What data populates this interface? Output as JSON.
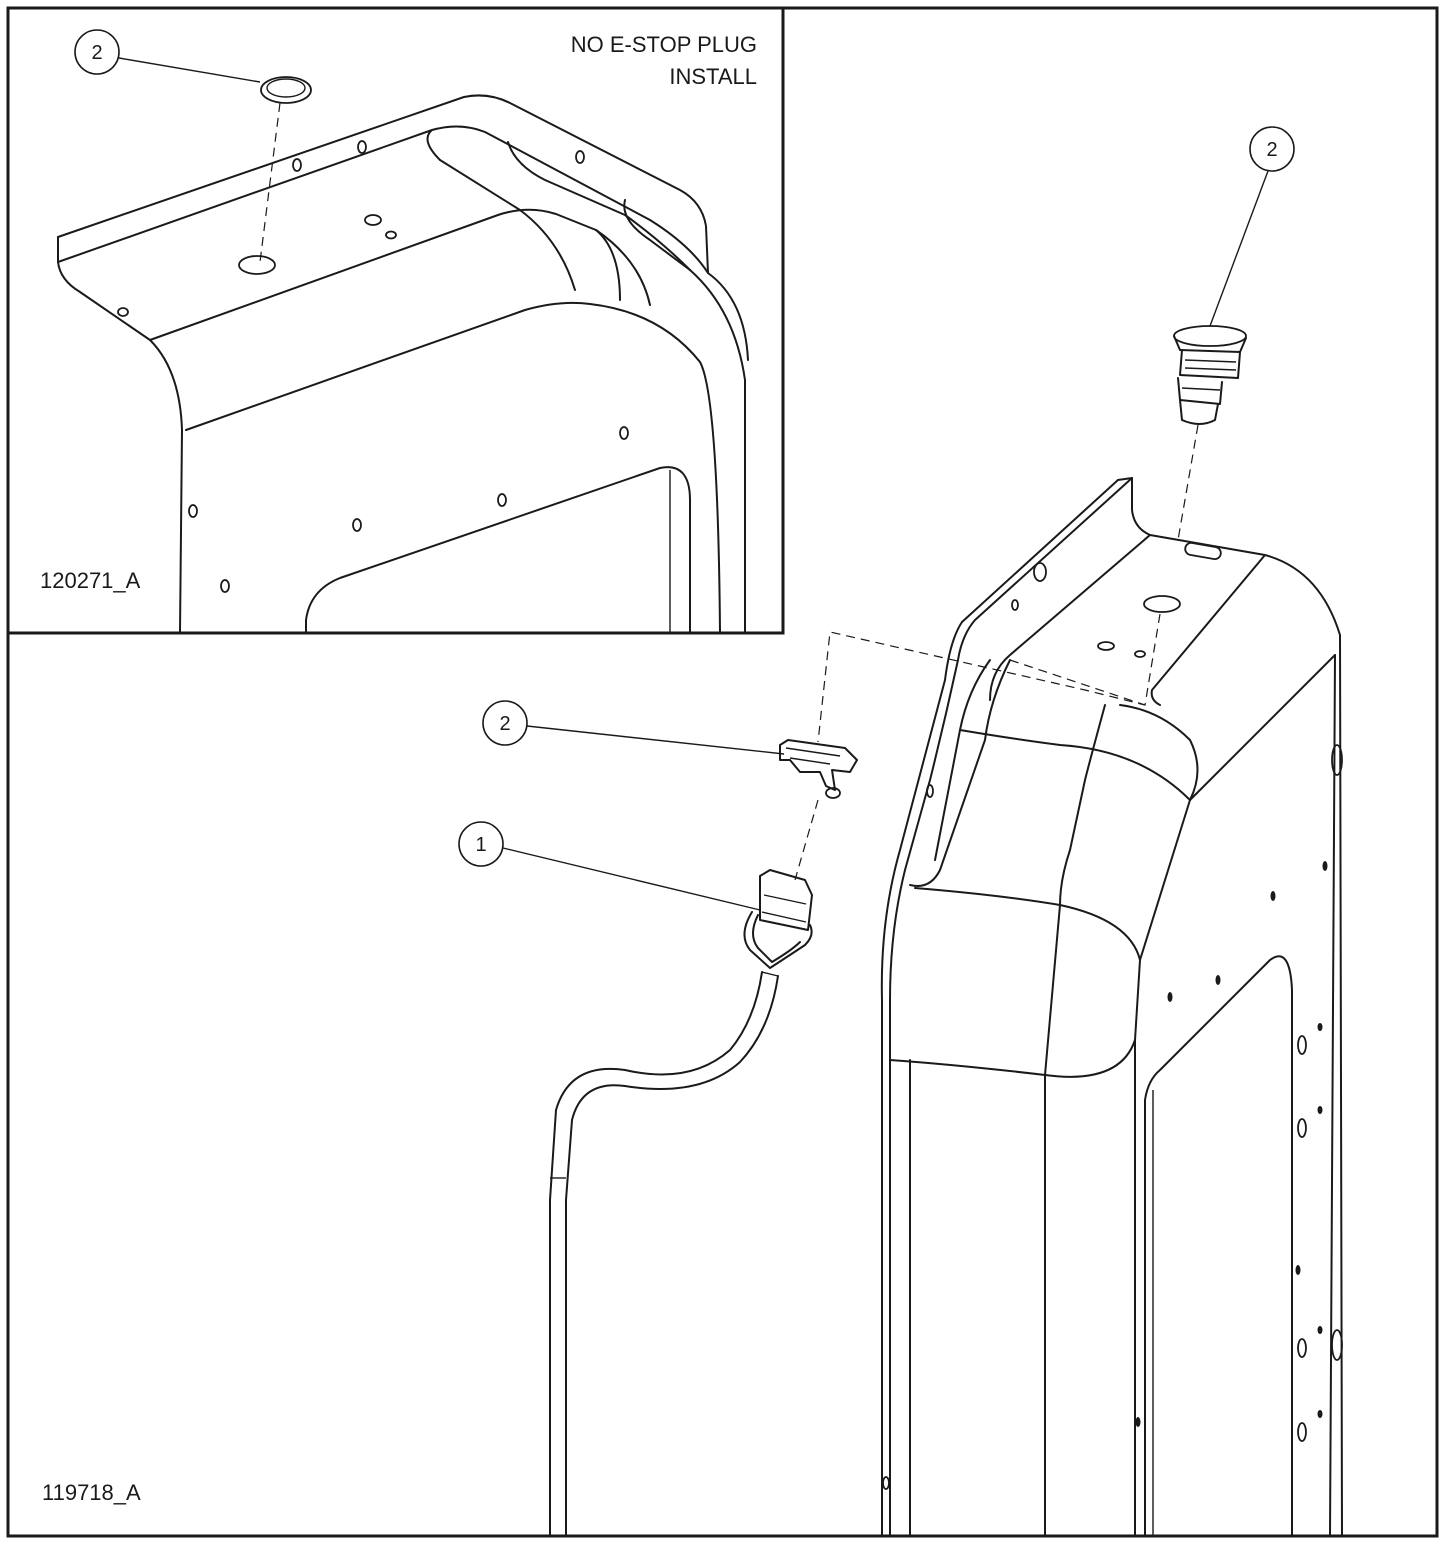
{
  "inset": {
    "title_line1": "NO E-STOP PLUG",
    "title_line2": "INSTALL",
    "figure_id": "120271_A",
    "callout": "2"
  },
  "main": {
    "figure_id": "119718_A",
    "callouts": [
      "2",
      "2",
      "1"
    ]
  }
}
